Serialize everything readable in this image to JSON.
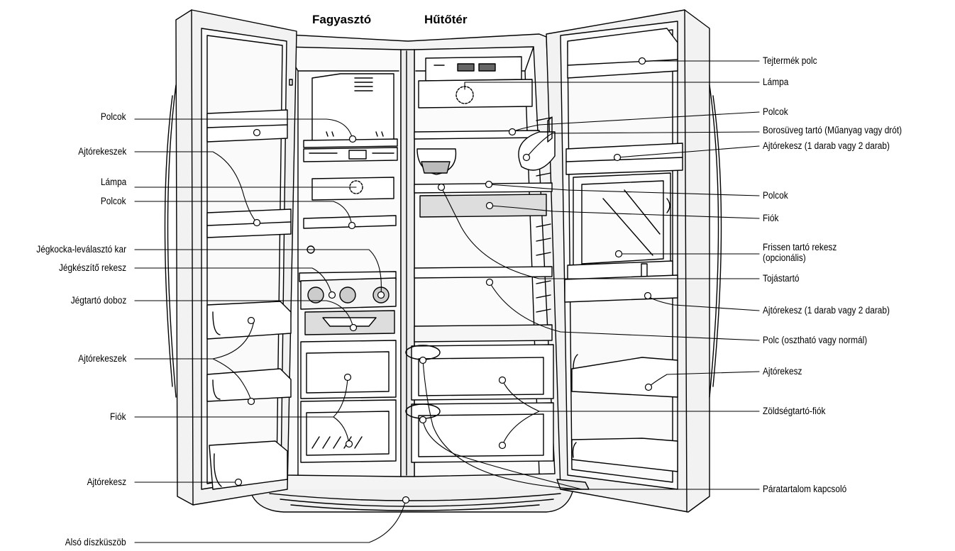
{
  "titles": {
    "freezer": "Fagyasztó",
    "fridge": "Hűtőtér"
  },
  "left_labels": [
    "Polcok",
    "Ajtórekeszek",
    "Lámpa",
    "Polcok",
    "Jégkocka-leválasztó kar",
    "Jégkészítő rekesz",
    "Jégtartó doboz",
    "Ajtórekeszek",
    "Fiók",
    "Ajtórekesz",
    "Alsó díszküszöb"
  ],
  "right_labels": [
    "Tejtermék polc",
    "Lámpa",
    "Polcok",
    "Borosüveg tartó (Műanyag vagy drót)",
    "Ajtórekesz (1 darab vagy 2 darab)",
    "Polcok",
    "Fiók",
    "Frissen tartó rekesz",
    "(opcionális)",
    "Tojástartó",
    "Ajtórekesz (1 darab vagy 2 darab)",
    "Polc (osztható vagy normál)",
    "Ajtórekesz",
    "Zöldségtartó-fiók",
    "Páratartalom kapcsoló"
  ]
}
